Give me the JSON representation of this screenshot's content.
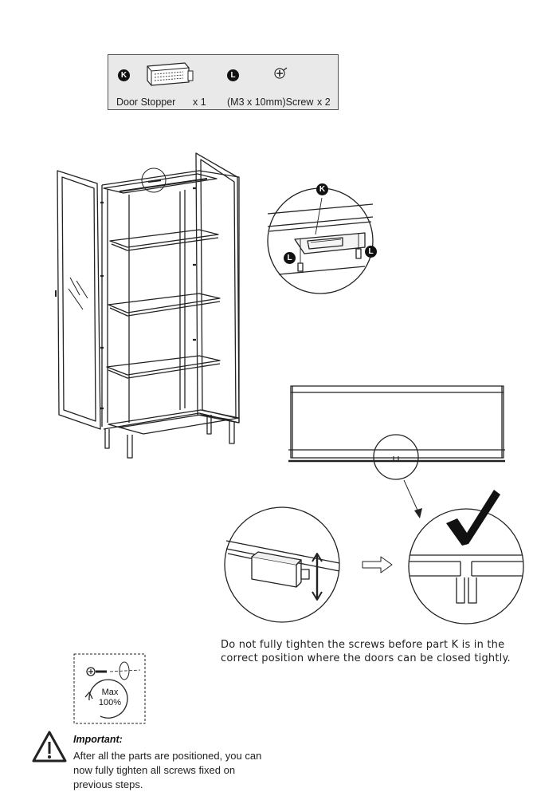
{
  "parts": [
    {
      "badge": "K",
      "name": "Door Stopper",
      "qty": "x 1",
      "icon": "door-stopper-icon"
    },
    {
      "badge": "L",
      "name": "(M3 x 10mm)Screw",
      "qty": "x 2",
      "icon": "screw-icon"
    }
  ],
  "detail_callouts": {
    "top_label": "K",
    "left_label": "L",
    "right_label": "L"
  },
  "note": "Do not fully tighten the screws before part K is in the correct position where the doors can be closed tightly.",
  "torque": {
    "line1": "Max",
    "line2": "100%"
  },
  "important": {
    "title": "Important:",
    "body": "After all the parts are positioned, you can now fully tighten all screws fixed on previous steps.",
    "icon": "warning-triangle-icon"
  },
  "colors": {
    "line": "#222222",
    "box_bg": "#e9e9e9",
    "badge": "#111111"
  }
}
